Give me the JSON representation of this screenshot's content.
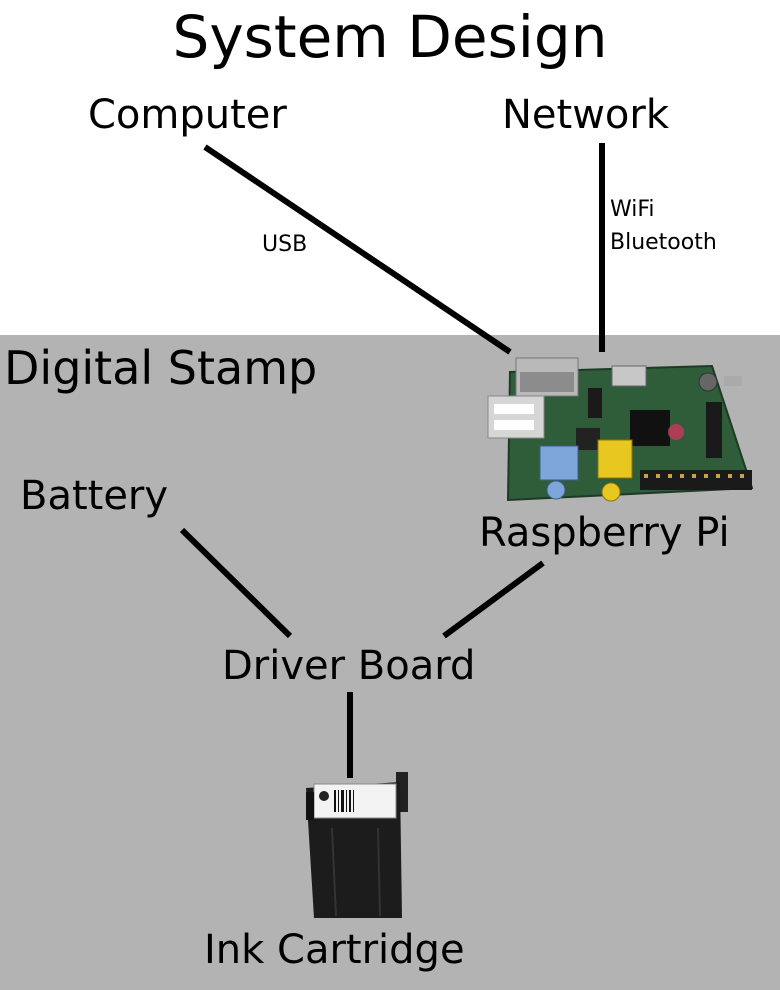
{
  "title": "System Design",
  "zone_label": "Digital Stamp",
  "nodes": {
    "computer": "Computer",
    "network": "Network",
    "battery": "Battery",
    "raspberry_pi": "Raspberry Pi",
    "driver_board": "Driver Board",
    "ink_cartridge": "Ink Cartridge"
  },
  "links": {
    "usb": "USB",
    "wifi": "WiFi",
    "bluetooth": "Bluetooth"
  },
  "colors": {
    "zone_background": "#b3b3b3",
    "background": "#ffffff",
    "line": "#000000"
  }
}
